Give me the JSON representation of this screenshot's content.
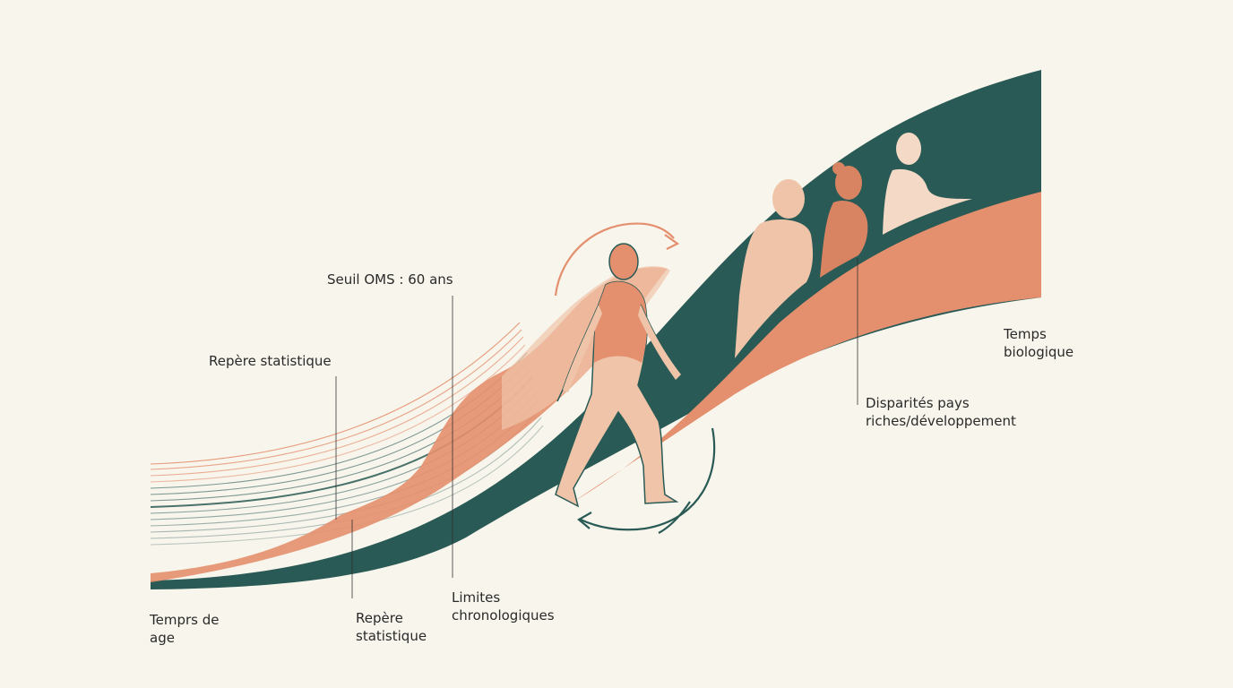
{
  "labels": {
    "tempsage": "Temprs de\nage",
    "repere_left": "Repère statistique",
    "repere_bottom": "Repère\nstatistique",
    "seuil": "Seuil OMS : 60 ans",
    "limites": "Limites\nchronologiques",
    "disparites": "Disparités pays\nriches/développement",
    "biologique": "Temps\nbiologique"
  },
  "colors": {
    "background": "#f8f5ec",
    "teal": "#2a5a55",
    "salmon": "#e4906e",
    "peach": "#efc4a9",
    "light_peach": "#f3d9c6",
    "ink": "#2a2a2a"
  },
  "icons": {
    "walker": "walking-person-icon",
    "cycle_top": "arc-arrow-icon",
    "cycle_bottom": "arc-arrow-icon",
    "elders": "standing-person-icon"
  }
}
